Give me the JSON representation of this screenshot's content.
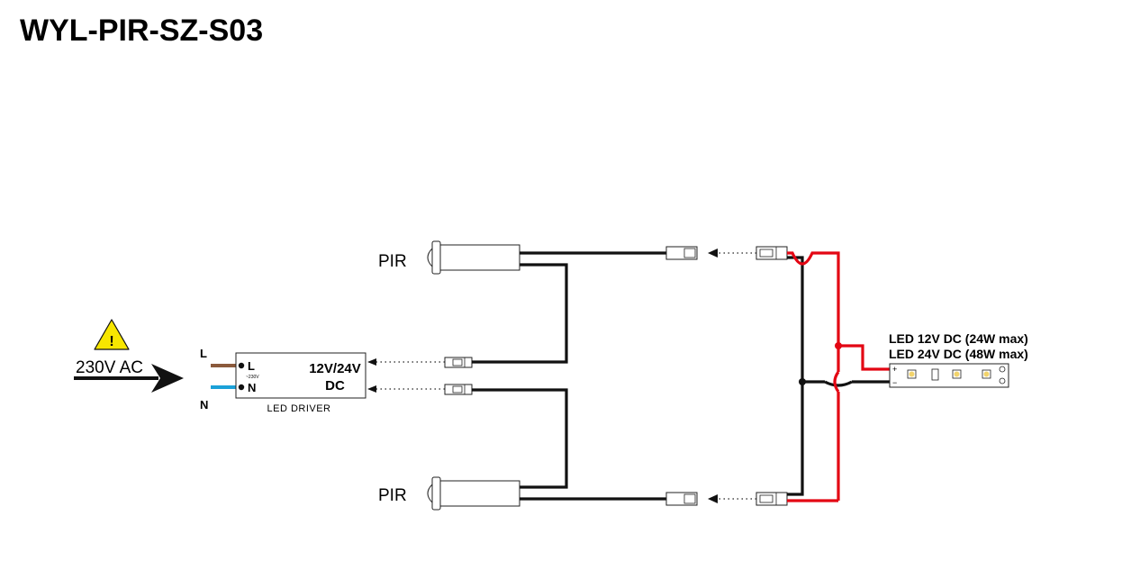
{
  "title": "WYL-PIR-SZ-S03",
  "warning": {
    "symbol": "!",
    "color": "#f7e600"
  },
  "mains": {
    "label": "230V AC"
  },
  "wires": {
    "live_label": "L",
    "neutral_label": "N",
    "live_color": "#8b5a3c",
    "neutral_color": "#1ba1d8"
  },
  "driver": {
    "terminal_l": "L",
    "terminal_n": "N",
    "voltage_in": "~230V",
    "output_line1": "12V/24V",
    "output_line2": "DC",
    "caption": "LED   DRIVER"
  },
  "sensors": [
    {
      "label": "PIR"
    },
    {
      "label": "PIR"
    }
  ],
  "led_strip": {
    "line1": "LED 12V DC (24W max)",
    "line2": "LED 24V DC (48W max)",
    "plus": "+",
    "minus": "−",
    "led_color": "#f2d36b"
  },
  "colors": {
    "positive_wire": "#e30613",
    "negative_wire": "#111111"
  }
}
